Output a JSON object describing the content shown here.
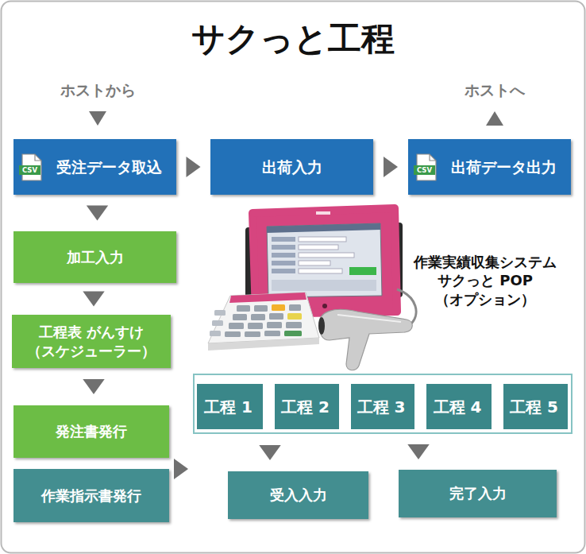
{
  "diagram": {
    "title": "サクっと工程",
    "nodes": [
      {
        "text": [
          "受注データ取込"
        ]
      },
      {
        "text": [
          "出荷入力"
        ]
      },
      {
        "text": [
          "出荷データ出力"
        ]
      },
      {
        "text": [
          "加工入力"
        ]
      },
      {
        "text": [
          "工程表 がんすけ （スケジューラー）"
        ]
      },
      {
        "text": []
      },
      {
        "text": [
          "工程 1"
        ],
        "in": 5
      },
      {
        "text": [
          "工程 2"
        ],
        "in": 5
      },
      {
        "text": [
          "工程 3"
        ],
        "in": 5
      },
      {
        "text": [
          "工程 4"
        ],
        "in": 5
      },
      {
        "text": [
          "工程 5"
        ],
        "in": 5
      },
      {
        "text": [
          "発注書発行"
        ]
      },
      {
        "text": [
          "作業指示書発行"
        ]
      },
      {
        "text": [
          "受入入力"
        ]
      },
      {
        "text": [
          "完了入力"
        ]
      }
    ],
    "edges": [
      {
        "from": 0,
        "to": 1,
        "arrow": "to"
      },
      {
        "from": 1,
        "to": 2,
        "arrow": "to"
      },
      {
        "from": 0,
        "to": 3,
        "arrow": "to"
      },
      {
        "from": 3,
        "to": 4,
        "arrow": "to"
      },
      {
        "from": 4,
        "to": 11,
        "arrow": "to"
      },
      {
        "from": 6,
        "to": 7,
        "arrow": "to"
      },
      {
        "from": 7,
        "to": 8,
        "arrow": "to"
      },
      {
        "from": 8,
        "to": 9,
        "arrow": "to"
      },
      {
        "from": 9,
        "to": 10,
        "arrow": "to"
      },
      {
        "from": 12,
        "to": 5,
        "arrow": "to"
      },
      {
        "from": 5,
        "to": 13,
        "arrow": "to"
      },
      {
        "from": 5,
        "to": 14,
        "arrow": "to"
      }
    ],
    "labels": [
      "ホストから",
      "ホストへ",
      "CSV",
      "CSV",
      "作業実績収集システム サクっと POP （オプション）"
    ]
  }
}
